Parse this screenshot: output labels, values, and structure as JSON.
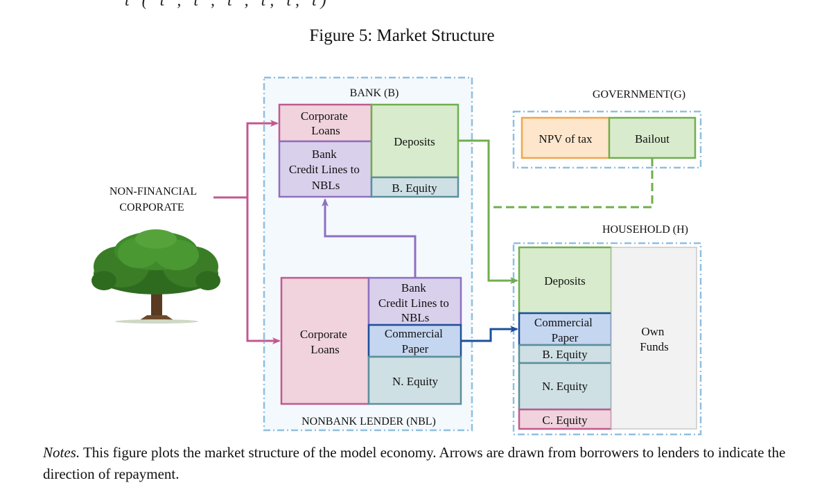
{
  "top_crop": "t  (  t ,   t ,   t ,   t,   t,   t)",
  "figure_title": "Figure 5: Market Structure",
  "bank": {
    "title": "BANK (B)",
    "corporate_loans": [
      "Corporate",
      "Loans"
    ],
    "credit_lines": [
      "Bank",
      "Credit Lines to",
      "NBLs"
    ],
    "deposits": "Deposits",
    "equity": "B. Equity"
  },
  "government": {
    "title": "GOVERNMENT(G)",
    "npv_tax": "NPV of tax",
    "bailout": "Bailout"
  },
  "nonfinancial": {
    "line1": "NON-FINANCIAL",
    "line2": "CORPORATE"
  },
  "household": {
    "title": "HOUSEHOLD (H)",
    "deposits": "Deposits",
    "commercial_paper": [
      "Commercial",
      "Paper"
    ],
    "b_equity": "B. Equity",
    "n_equity": "N. Equity",
    "c_equity": "C. Equity",
    "own_funds": [
      "Own",
      "Funds"
    ]
  },
  "nbl": {
    "title": "NONBANK LENDER (NBL)",
    "corporate_loans": [
      "Corporate",
      "Loans"
    ],
    "credit_lines": [
      "Bank",
      "Credit Lines to",
      "NBLs"
    ],
    "commercial_paper": [
      "Commercial",
      "Paper"
    ],
    "equity": "N. Equity"
  },
  "notes": {
    "label": "Notes.",
    "text": "This figure plots the market structure of the model economy. Arrows are drawn from borrowers to lenders to indicate the direction of repayment."
  },
  "colors": {
    "pink": "#c0598f",
    "pink_fill": "#f0d3dd",
    "purple": "#8e6fc0",
    "purple_fill": "#d9d1ec",
    "green": "#6fae4e",
    "green_fill": "#d8eccd",
    "teal": "#5b8f9c",
    "teal_fill": "#cfe0e4",
    "blue": "#1d4f9a",
    "blue_fill": "#c5d6f0",
    "orange": "#f0a64a",
    "orange_fill": "#fde6cc",
    "dashed_box": "#8fbfe0",
    "bank_bg": "#f4f9fd",
    "grey_fill": "#f2f2f2"
  }
}
